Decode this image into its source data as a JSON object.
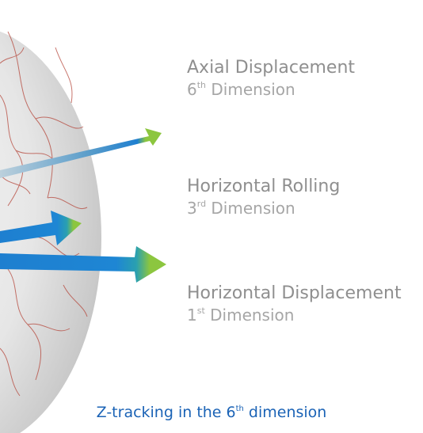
{
  "labels": [
    {
      "title": "Axial Displacement",
      "ordinal_num": "6",
      "ordinal_suffix": "th",
      "dimension_word": "Dimension"
    },
    {
      "title": "Horizontal Rolling",
      "ordinal_num": "3",
      "ordinal_suffix": "rd",
      "dimension_word": "Dimension"
    },
    {
      "title": "Horizontal Displacement",
      "ordinal_num": "1",
      "ordinal_suffix": "st",
      "dimension_word": "Dimension"
    }
  ],
  "caption": {
    "prefix": "Z-tracking in the 6",
    "suffix_sup": "th",
    "rest": " dimension"
  },
  "colors": {
    "caption": "#1b63b6",
    "arrow_blue": "#1e7fd0",
    "arrow_green": "#8cc63f",
    "eye_vessel": "#b5463a",
    "label_gray": "#8f8f8f"
  },
  "icons": [
    "eyeball-illustration",
    "arrow-axial",
    "arrow-rolling",
    "arrow-horizontal"
  ]
}
